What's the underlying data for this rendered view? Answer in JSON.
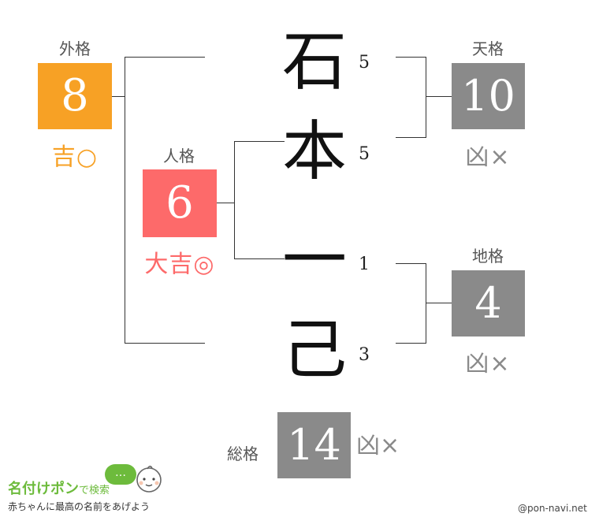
{
  "gaikaku": {
    "label": "外格",
    "value": "8",
    "fortune": "吉○",
    "color": "#f7a125"
  },
  "jinkaku": {
    "label": "人格",
    "value": "6",
    "fortune": "大吉◎",
    "color": "#fd6a6a"
  },
  "tenkaku": {
    "label": "天格",
    "value": "10",
    "fortune": "凶×",
    "color": "#8a8a8a"
  },
  "chikaku": {
    "label": "地格",
    "value": "4",
    "fortune": "凶×",
    "color": "#8a8a8a"
  },
  "soukaku": {
    "label": "総格",
    "value": "14",
    "fortune": "凶×",
    "color": "#8a8a8a"
  },
  "characters": [
    {
      "char": "石",
      "strokes": "5"
    },
    {
      "char": "本",
      "strokes": "5"
    },
    {
      "char": "一",
      "strokes": "1"
    },
    {
      "char": "己",
      "strokes": "3"
    }
  ],
  "logo": {
    "title": "名付けポン",
    "suffix": "で検索",
    "bubble": "…",
    "tagline": "赤ちゃんに最高の名前をあげよう"
  },
  "credit": "@pon-navi.net",
  "colors": {
    "good": "#f7a125",
    "great": "#fd6a6a",
    "bad": "#8a8a8a",
    "brand": "#6dbb3c"
  }
}
